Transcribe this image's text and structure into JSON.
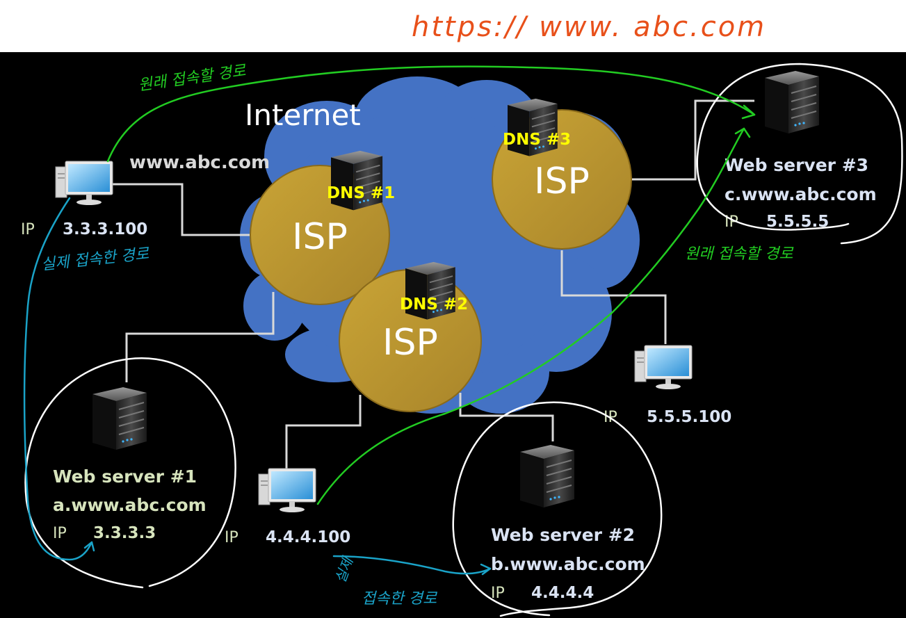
{
  "url_annotation": "https:// www. abc.com",
  "internet_label": "Internet",
  "domain_label": "www.abc.com",
  "isp_label": "ISP",
  "dns": [
    "DNS #1",
    "DNS #2",
    "DNS #3"
  ],
  "client1": {
    "ip_label": "IP",
    "ip": "3.3.3.100"
  },
  "client2": {
    "ip_label": "IP",
    "ip": "4.4.4.100"
  },
  "client3": {
    "ip_label": "IP",
    "ip": "5.5.5.100"
  },
  "server1": {
    "name": "Web server #1",
    "host": "a.www.abc.com",
    "ip_label": "IP",
    "ip": "3.3.3.3"
  },
  "server2": {
    "name": "Web server #2",
    "host": "b.www.abc.com",
    "ip_label": "IP",
    "ip": "4.4.4.4"
  },
  "server3": {
    "name": "Web server #3",
    "host": "c.www.abc.com",
    "ip_label": "IP",
    "ip": "5.5.5.5"
  },
  "annotations": {
    "intended_route_top": "원래 접속할 경로",
    "intended_route_right": "원래 접속할 경로",
    "actual_route_left": "실제 접속한 경로",
    "actual_route_bottom_1": "실제",
    "actual_route_bottom_2": "접속한 경로"
  },
  "colors": {
    "background": "#000000",
    "cloud": "#4472c4",
    "isp": "#bf9a2e",
    "dns_label": "#ffff00",
    "server_label": "#d7e4bd",
    "client_ip": "#dae3f3",
    "link_line": "#d9d9d9",
    "url_annotation": "#e8501a",
    "intended_route": "#22cc22",
    "actual_route": "#1aa3c8",
    "circle": "#ffffff"
  }
}
